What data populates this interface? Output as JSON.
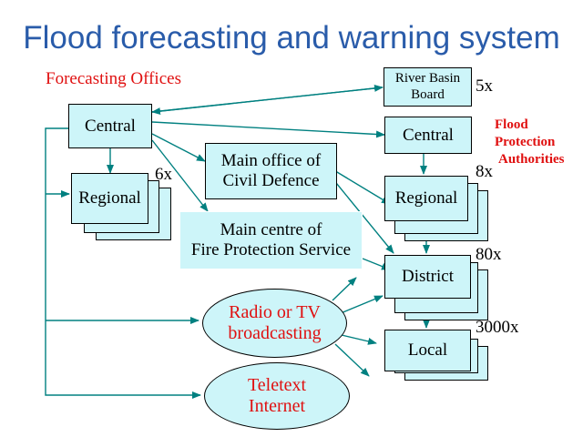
{
  "title": "Flood forecasting and warning system",
  "forecasting_offices_label": "Forecasting Offices",
  "flood_authorities_label": [
    "Flood",
    "Protection",
    "Authorities"
  ],
  "boxes": {
    "river_basin_board": [
      "River Basin",
      "Board"
    ],
    "central_left": "Central",
    "regional_left": "Regional",
    "civil_defence": [
      "Main office of",
      "Civil Defence"
    ],
    "fire_protection": [
      "Main centre of",
      "Fire Protection Service"
    ],
    "central_right": "Central",
    "regional_right": "Regional",
    "district": "District",
    "local": "Local"
  },
  "ovals": {
    "radio_tv": [
      "Radio or TV",
      "broadcasting"
    ],
    "teletext": [
      "Teletext",
      "Internet"
    ]
  },
  "multipliers": {
    "river_basin": "5x",
    "regional_left": "6x",
    "regional_right": "8x",
    "district": "80x",
    "local": "3000x"
  },
  "colors": {
    "title": "#2a5caa",
    "accent_red": "#e01010",
    "box_fill": "#cdf5f9",
    "arrow": "#008080"
  }
}
